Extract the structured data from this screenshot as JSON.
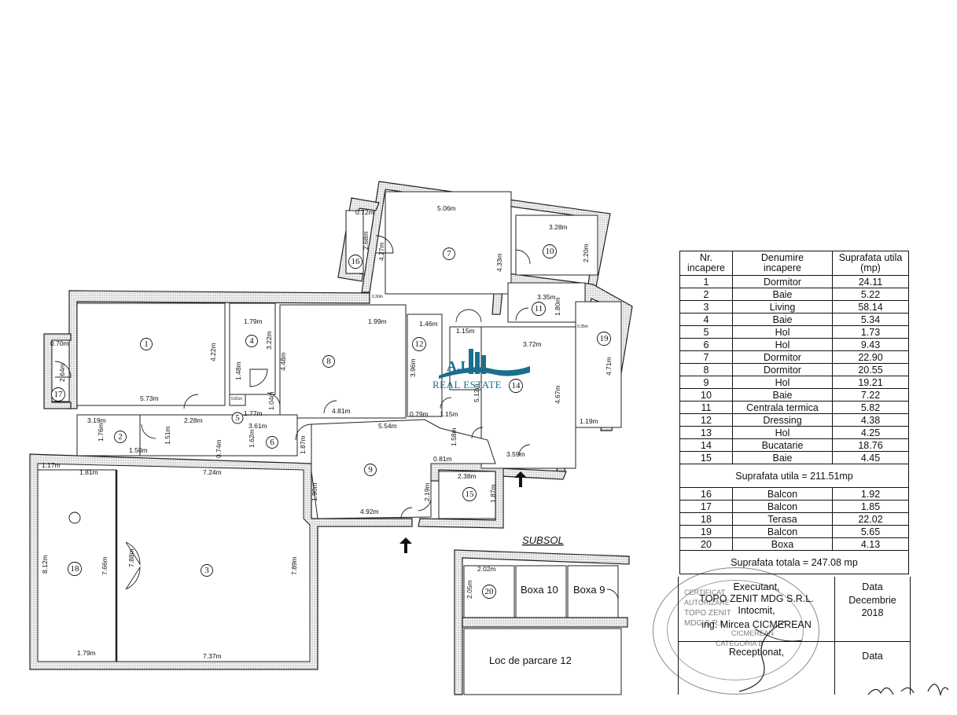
{
  "logo": {
    "brand": "A.L.",
    "subtitle": "REAL ESTATE"
  },
  "rooms_plan": [
    {
      "n": "1"
    },
    {
      "n": "2"
    },
    {
      "n": "3"
    },
    {
      "n": "4"
    },
    {
      "n": "5"
    },
    {
      "n": "6"
    },
    {
      "n": "7"
    },
    {
      "n": "8"
    },
    {
      "n": "9"
    },
    {
      "n": "10"
    },
    {
      "n": "11"
    },
    {
      "n": "12"
    },
    {
      "n": "14"
    },
    {
      "n": "15"
    },
    {
      "n": "16"
    },
    {
      "n": "17"
    },
    {
      "n": "18"
    },
    {
      "n": "19"
    },
    {
      "n": "20"
    }
  ],
  "dimensions": [
    "0.72m",
    "5.06m",
    "3.28m",
    "2.68m",
    "4.27m",
    "4.33m",
    "2.20m",
    "0.30m",
    "3.35m",
    "1.80m",
    "0.35m",
    "1.99m",
    "1.46m",
    "1.15m",
    "3.72m",
    "4.71m",
    "1.79m",
    "3.22m",
    "4.48m",
    "1.48m",
    "0.81m",
    "1.04m",
    "1.77m",
    "4.22m",
    "5.73m",
    "0.70m",
    "2.64m",
    "3.19m",
    "2.28m",
    "3.61m",
    "4.81m",
    "3.96m",
    "0.79m",
    "1.15m",
    "5.12m",
    "4.67m",
    "1.19m",
    "1.76m",
    "1.50m",
    "1.51m",
    "0.74m",
    "1.62m",
    "1.87m",
    "5.54m",
    "1.58m",
    "0.81m",
    "3.59m",
    "1.17m",
    "1.81m",
    "7.24m",
    "2.38m",
    "2.19m",
    "1.87m",
    "1.90m",
    "4.92m",
    "8.12m",
    "7.66m",
    "7.88m",
    "7.89m",
    "1.79m",
    "7.37m",
    "2.02m",
    "2.05m"
  ],
  "subsol": {
    "title": "SUBSOL",
    "boxa10": "Boxa 10",
    "boxa9": "Boxa 9",
    "parking": "Loc de parcare 12"
  },
  "table": {
    "headers": [
      "Nr.\nincapere",
      "Denumire\nincapere",
      "Suprafata utila\n(mp)"
    ],
    "rows": [
      [
        "1",
        "Dormitor",
        "24.11"
      ],
      [
        "2",
        "Baie",
        "5.22"
      ],
      [
        "3",
        "Living",
        "58.14"
      ],
      [
        "4",
        "Baie",
        "5.34"
      ],
      [
        "5",
        "Hol",
        "1.73"
      ],
      [
        "6",
        "Hol",
        "9.43"
      ],
      [
        "7",
        "Dormitor",
        "22.90"
      ],
      [
        "8",
        "Dormitor",
        "20.55"
      ],
      [
        "9",
        "Hol",
        "19.21"
      ],
      [
        "10",
        "Baie",
        "7.22"
      ],
      [
        "11",
        "Centrala termica",
        "5.82"
      ],
      [
        "12",
        "Dressing",
        "4.38"
      ],
      [
        "13",
        "Hol",
        "4.25"
      ],
      [
        "14",
        "Bucatarie",
        "18.76"
      ],
      [
        "15",
        "Baie",
        "4.45"
      ]
    ],
    "subtotal": "Suprafata utila = 211.51mp",
    "rows2": [
      [
        "16",
        "Balcon",
        "1.92"
      ],
      [
        "17",
        "Balcon",
        "1.85"
      ],
      [
        "18",
        "Terasa",
        "22.02"
      ],
      [
        "19",
        "Balcon",
        "5.65"
      ],
      [
        "20",
        "Boxa",
        "4.13"
      ]
    ],
    "total": "Suprafata totala = 247.08 mp"
  },
  "signature": {
    "executant": "Executant,",
    "company": "TOPO ZENIT MDG S.R.L.",
    "intocmit": "Intocmit,",
    "engineer": "ing. Mircea CICMEREAN",
    "data_label": "Data",
    "data_value": "Decembrie\n2018",
    "receptionat": "Receptionat,",
    "data_label2": "Data"
  },
  "stamp": {
    "lines": [
      "CERTIFICAT",
      "AUTORIZARE",
      "TOPO ZENIT",
      "MDG S.R.L.",
      "CICMEREAN",
      "CATEGORIA B"
    ]
  },
  "colors": {
    "logo": "#1a6f8c",
    "ink": "#111111"
  }
}
